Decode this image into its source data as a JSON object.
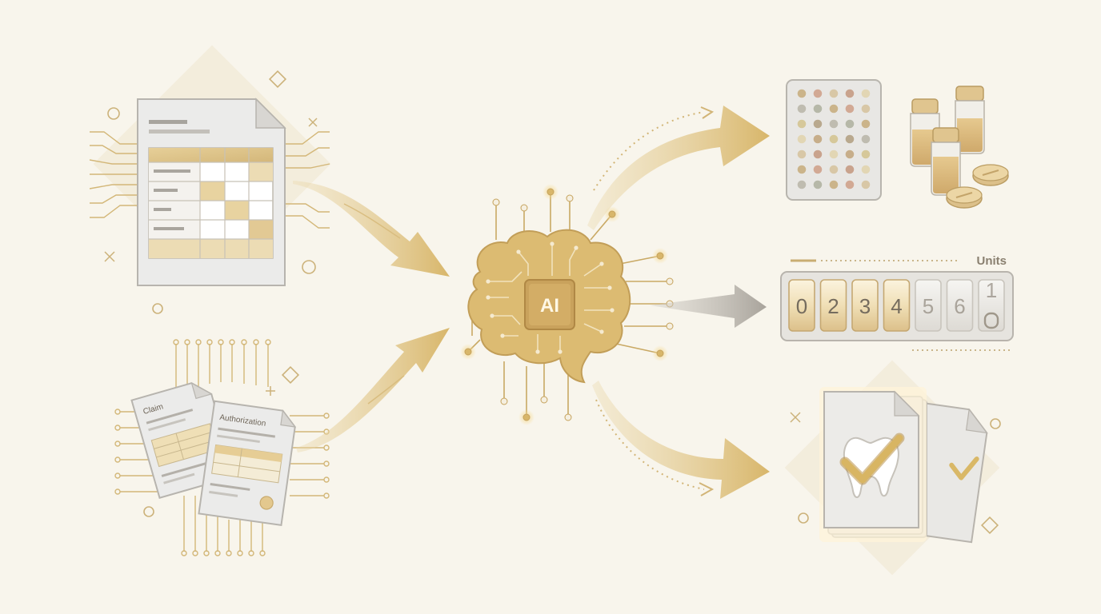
{
  "diagram": {
    "inputs": {
      "claim_label": "Claim",
      "authorization_label": "Authorization"
    },
    "ai_core": {
      "label": "AI"
    },
    "outputs": {
      "counter": {
        "units_label": "Units",
        "digits": [
          "0",
          "2",
          "3",
          "4",
          "5",
          "6",
          "1"
        ]
      }
    }
  },
  "colors": {
    "background": "#f8f5ec",
    "gold": "#d8b66a",
    "gold_dark": "#b9955a",
    "gray_arrow": "#a8a39b",
    "doc_fill": "#ebebea",
    "doc_stroke": "#b7b4ae"
  }
}
